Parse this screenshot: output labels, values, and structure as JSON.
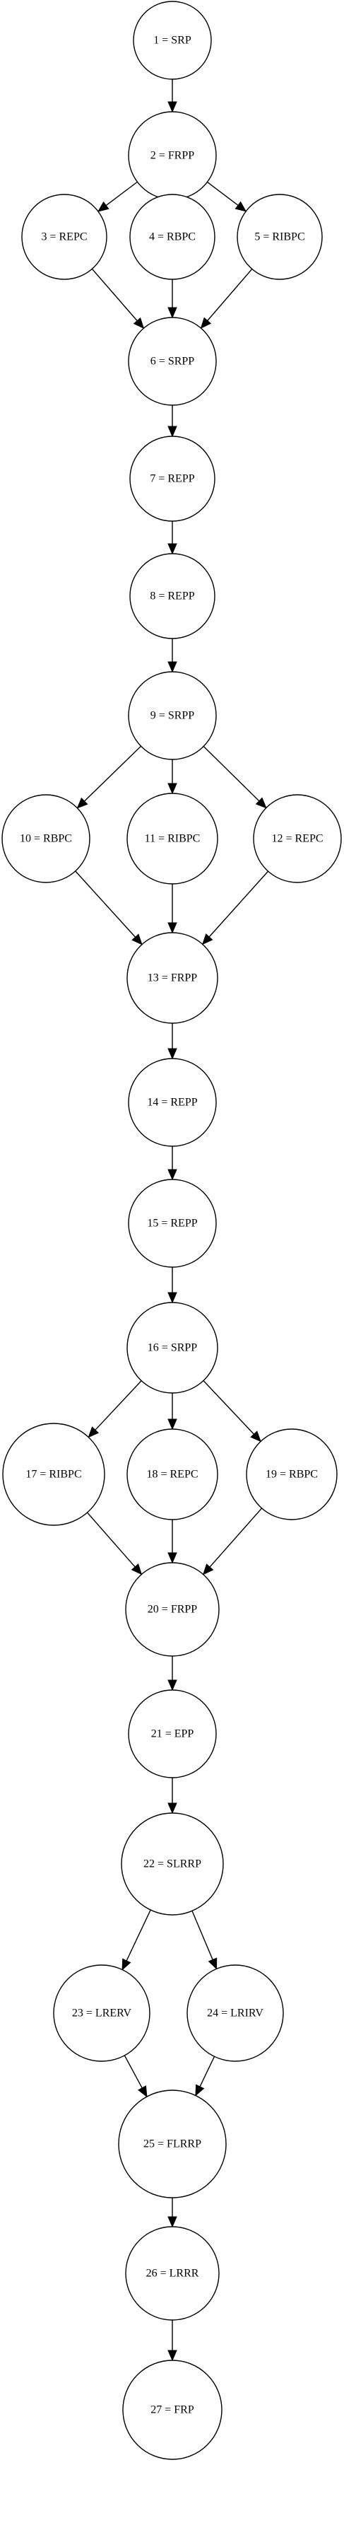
{
  "diagram": {
    "type": "directed-graph",
    "nodes": [
      {
        "id": 1,
        "label": "1 = SRP"
      },
      {
        "id": 2,
        "label": "2 = FRPP"
      },
      {
        "id": 3,
        "label": "3 = REPC"
      },
      {
        "id": 4,
        "label": "4 = RBPC"
      },
      {
        "id": 5,
        "label": "5 = RIBPC"
      },
      {
        "id": 6,
        "label": "6 = SRPP"
      },
      {
        "id": 7,
        "label": "7 = REPP"
      },
      {
        "id": 8,
        "label": "8 = REPP"
      },
      {
        "id": 9,
        "label": "9 = SRPP"
      },
      {
        "id": 10,
        "label": "10 = RBPC"
      },
      {
        "id": 11,
        "label": "11 = RIBPC"
      },
      {
        "id": 12,
        "label": "12 = REPC"
      },
      {
        "id": 13,
        "label": "13 = FRPP"
      },
      {
        "id": 14,
        "label": "14 = REPP"
      },
      {
        "id": 15,
        "label": "15 = REPP"
      },
      {
        "id": 16,
        "label": "16 = SRPP"
      },
      {
        "id": 17,
        "label": "17 = RIBPC"
      },
      {
        "id": 18,
        "label": "18 = REPC"
      },
      {
        "id": 19,
        "label": "19 = RBPC"
      },
      {
        "id": 20,
        "label": "20 = FRPP"
      },
      {
        "id": 21,
        "label": "21 = EPP"
      },
      {
        "id": 22,
        "label": "22 = SLRRP"
      },
      {
        "id": 23,
        "label": "23 = LRERV"
      },
      {
        "id": 24,
        "label": "24 = LRIRV"
      },
      {
        "id": 25,
        "label": "25 = FLRRP"
      },
      {
        "id": 26,
        "label": "26 = LRRR"
      },
      {
        "id": 27,
        "label": "27 = FRP"
      }
    ],
    "edges": [
      [
        1,
        2
      ],
      [
        2,
        3
      ],
      [
        2,
        4
      ],
      [
        2,
        5
      ],
      [
        3,
        6
      ],
      [
        4,
        6
      ],
      [
        5,
        6
      ],
      [
        6,
        7
      ],
      [
        7,
        8
      ],
      [
        8,
        9
      ],
      [
        9,
        10
      ],
      [
        9,
        11
      ],
      [
        9,
        12
      ],
      [
        10,
        13
      ],
      [
        11,
        13
      ],
      [
        12,
        13
      ],
      [
        13,
        14
      ],
      [
        14,
        15
      ],
      [
        15,
        16
      ],
      [
        16,
        17
      ],
      [
        16,
        18
      ],
      [
        16,
        19
      ],
      [
        17,
        20
      ],
      [
        18,
        20
      ],
      [
        19,
        20
      ],
      [
        20,
        21
      ],
      [
        21,
        22
      ],
      [
        22,
        23
      ],
      [
        22,
        24
      ],
      [
        23,
        25
      ],
      [
        24,
        25
      ],
      [
        25,
        26
      ],
      [
        26,
        27
      ]
    ]
  }
}
